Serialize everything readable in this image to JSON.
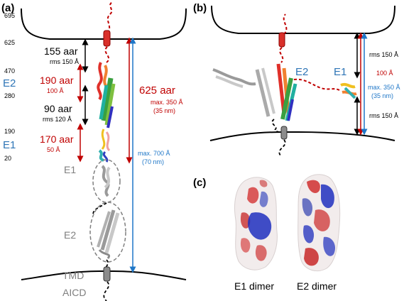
{
  "panels": {
    "a": "(a)",
    "b": "(b)",
    "c": "(c)"
  },
  "panel_a": {
    "residues": [
      "695",
      "625",
      "470",
      "280",
      "190",
      "20"
    ],
    "segments": [
      {
        "aar": "155 aar",
        "rms": "rms 150 Å"
      },
      {
        "aar": "190 aar",
        "dist": "100 Å"
      },
      {
        "aar": "90 aar",
        "rms": "rms 120 Å"
      },
      {
        "aar": "170 aar",
        "dist": "50 Å"
      }
    ],
    "domain_labels": {
      "e2": "E2",
      "e1": "E1"
    },
    "total": {
      "aar": "625 aar",
      "max": "max. 350 Å",
      "nm": "(35 nm)"
    },
    "blue_max": {
      "line1": "max. 700 Å",
      "line2": "(70 nm)"
    },
    "gray_labels": {
      "e1": "E1",
      "e2": "E2",
      "tmd": "TMD",
      "aicd": "AICD"
    }
  },
  "panel_b": {
    "e2": "E2",
    "e1": "E1",
    "rms_top": "rms 150 Å",
    "rms_bottom": "rms 150 Å",
    "dist": "100 Å",
    "max_line1": "max. 350 Å",
    "max_line2": "(35 nm)"
  },
  "panel_c": {
    "e1_dimer": "E1 dimer",
    "e2_dimer": "E2 dimer"
  },
  "colors": {
    "red": "#c00000",
    "blue": "#1f77c8",
    "e_blue": "#2e75b6",
    "gray": "#7f7f7f"
  }
}
